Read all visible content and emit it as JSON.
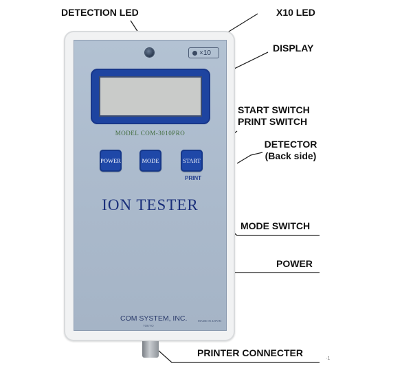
{
  "callouts": {
    "detection_led": "DETECTION LED",
    "x10_led": "X10 LED",
    "display": "DISPLAY",
    "start_switch": "START SWITCH",
    "print_switch": "PRINT SWITCH",
    "detector": "DETECTOR",
    "detector_sub": "(Back side)",
    "mode_switch": "MODE SWITCH",
    "power": "POWER",
    "printer_connecter": "PRINTER CONNECTER"
  },
  "device": {
    "x10_label": "×10",
    "model": "MODEL COM-3010PRO",
    "buttons": {
      "power": "POWER",
      "mode": "MODE",
      "start": "START",
      "print": "PRINT"
    },
    "title": "ION TESTER",
    "company": "COM SYSTEM, INC.",
    "small_left": "TOKYO",
    "small_right": "MADE IN JAPAN"
  },
  "stray_mark": "·1",
  "colors": {
    "panel": "#aab9cb",
    "bezel": "#1e44a0",
    "lcd": "#c9cbc9",
    "title_text": "#1a2f7a"
  }
}
